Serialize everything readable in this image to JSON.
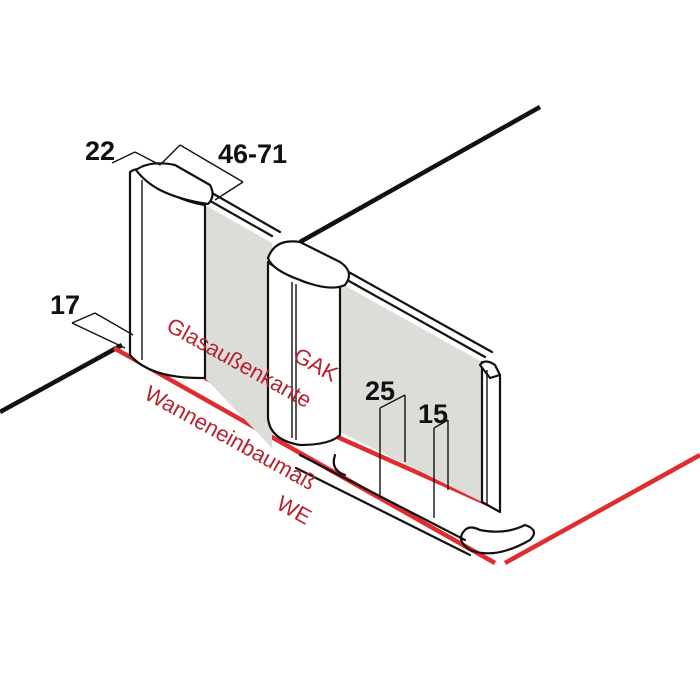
{
  "diagram": {
    "subject": "shower-screen-bathtub-installation-dimensions",
    "colors": {
      "line": "#111111",
      "accent_red": "#e02b2f",
      "label_red": "#b5232f",
      "glass_fill": "#dcdcd9",
      "background": "#ffffff"
    },
    "dimensions": {
      "top_profile_depth": "22",
      "top_adjust_range": "46-71",
      "wall_offset": "17",
      "rail_outer": "25",
      "rail_inner": "15"
    },
    "labels": {
      "glass_edge": "Glasaußenkante",
      "glass_edge_abbr": "GAK",
      "tub_dimension": "Wanneneinbaumaß",
      "tub_dimension_abbr": "WE"
    }
  }
}
